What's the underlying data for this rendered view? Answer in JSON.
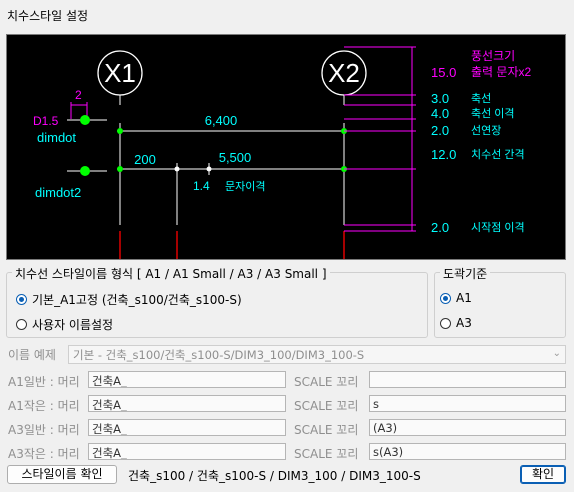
{
  "window": {
    "title": "치수스타일 설정"
  },
  "preview": {
    "grid_labels": [
      "X1",
      "X2"
    ],
    "dimdot_size_label": "D1.5",
    "dimdot_gap_label": "2",
    "dimdot_label": "dimdot",
    "dimdot2_label": "dimdot2",
    "dim_top_value": "6,400",
    "dim_bottom_left_value": "200",
    "dim_bottom_right_value": "5,500",
    "text_gap_value": "1.4",
    "text_gap_label": "문자이격",
    "right_labels": [
      {
        "value": "",
        "label": "풍선크기",
        "color": "#ff00ff"
      },
      {
        "value": "15.0",
        "label": "출력 문자x2",
        "color": "#ff00ff"
      },
      {
        "value": "3.0",
        "label": "축선",
        "color": "#00ffff"
      },
      {
        "value": "4.0",
        "label": "축선 이격",
        "color": "#00ffff"
      },
      {
        "value": "2.0",
        "label": "선연장",
        "color": "#00ffff"
      },
      {
        "value": "12.0",
        "label": "치수선 간격",
        "color": "#00ffff"
      },
      {
        "value": "2.0",
        "label": "시작점 이격",
        "color": "#00ffff"
      }
    ],
    "colors": {
      "magenta": "#ff00ff",
      "cyan": "#00ffff",
      "green": "#00ff00",
      "white": "#ffffff",
      "red": "#ff0000"
    }
  },
  "format_group": {
    "label": "치수선 스타일이름 형식  [ A1 / A1 Small / A3 / A3 Small ]",
    "options": [
      {
        "label": "기본_A1고정 (건축_s100/건축_s100-S)",
        "selected": true
      },
      {
        "label": "사용자 이름설정",
        "selected": false
      }
    ]
  },
  "scale_group": {
    "label": "도곽기준",
    "options": [
      {
        "label": "A1",
        "selected": true
      },
      {
        "label": "A3",
        "selected": false
      }
    ]
  },
  "example": {
    "label": "이름 예제",
    "value": "기본  - 건축_s100/건축_s100-S/DIM3_100/DIM3_100-S"
  },
  "rows": [
    {
      "label": "A1일반 : 머리",
      "head": "건축A_",
      "tail_label": "SCALE 꼬리",
      "tail": ""
    },
    {
      "label": "A1작은 : 머리",
      "head": "건축A_",
      "tail_label": "SCALE 꼬리",
      "tail": "s"
    },
    {
      "label": "A3일반 : 머리",
      "head": "건축A_",
      "tail_label": "SCALE 꼬리",
      "tail": "(A3)"
    },
    {
      "label": "A3작은 : 머리",
      "head": "건축A_",
      "tail_label": "SCALE 꼬리",
      "tail": "s(A3)"
    }
  ],
  "footer": {
    "check_button": "스타일이름 확인",
    "result": "건축_s100 / 건축_s100-S / DIM3_100 / DIM3_100-S",
    "ok_button": "확인"
  }
}
